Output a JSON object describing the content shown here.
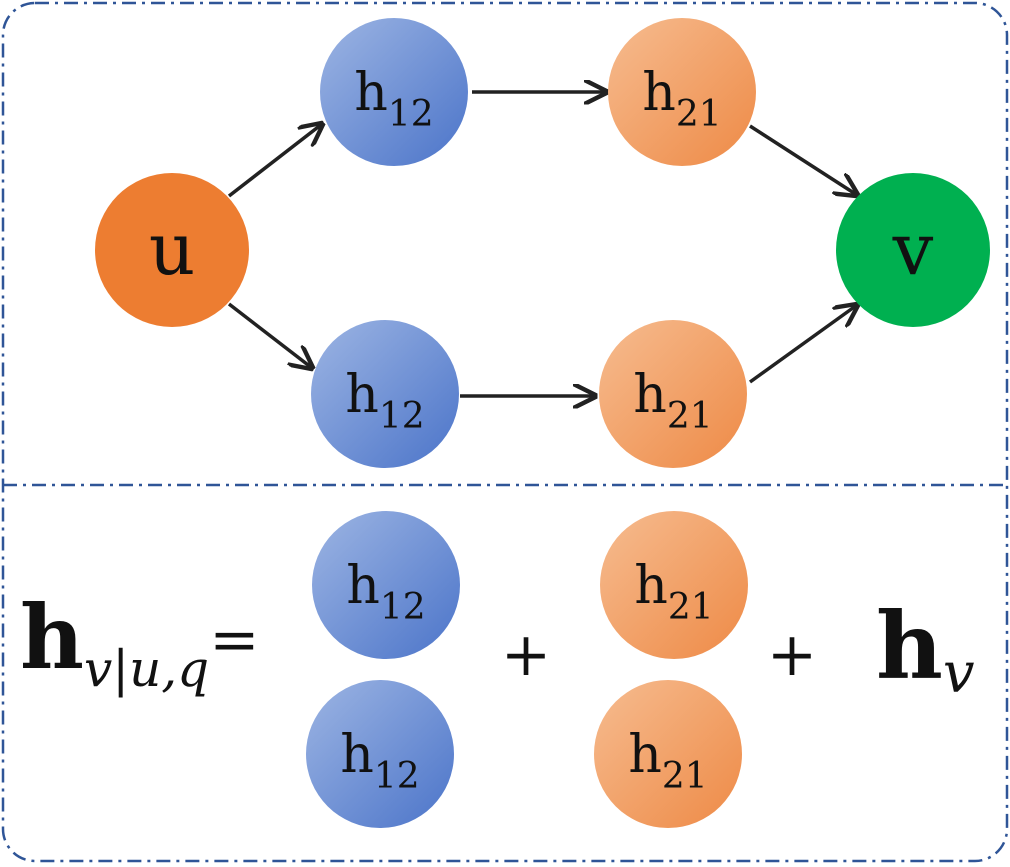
{
  "nodes": {
    "source": {
      "label": "u",
      "color": "#ED7D31"
    },
    "target": {
      "label": "v",
      "color": "#00B050"
    },
    "h12": {
      "label": "h",
      "sub": "12",
      "color_light": "#8FAADC",
      "color_dark": "#4472C4"
    },
    "h21": {
      "label": "h",
      "sub": "21",
      "color_light": "#F4B183",
      "color_dark": "#ED7D31"
    }
  },
  "formula": {
    "lhs_main": "h",
    "lhs_sub": "v|u,q",
    "equals": "=",
    "plus": "+",
    "rhs_main": "h",
    "rhs_sub": "v"
  },
  "colors": {
    "frame": "#2F5597",
    "arrow": "#222222"
  }
}
